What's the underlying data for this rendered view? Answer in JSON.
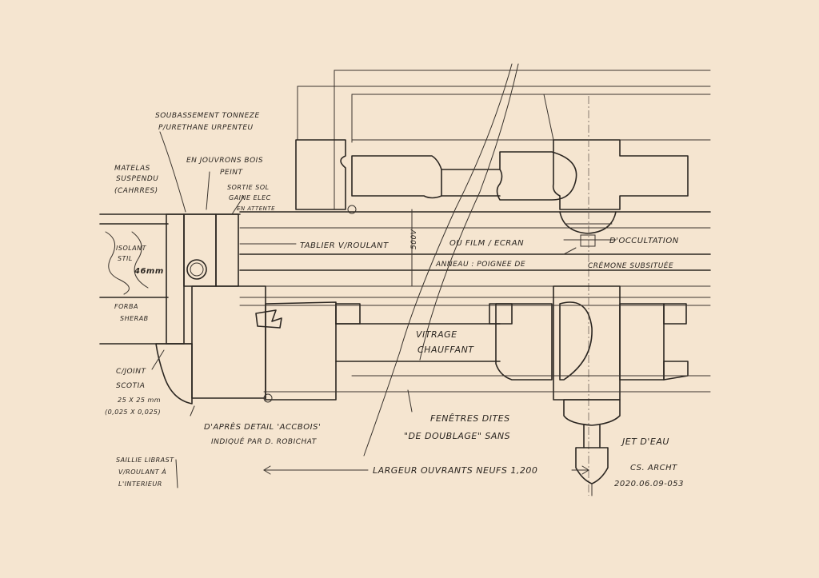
{
  "palette": {
    "paper": "#f5e5d0",
    "ink": "#2b2621"
  },
  "notes": {
    "soubassement_1": "SOUBASSEMENT TONNEZE",
    "soubassement_2": "P/URETHANE URPENTEU",
    "enjouvrons_1": "EN JOUVRONS BOIS",
    "enjouvrons_2": "PEINT",
    "matelas_1": "MATELAS",
    "matelas_2": "SUSPENDU",
    "matelas_3": "(CAHRRES)",
    "sortie_1": "SORTIE SOL",
    "sortie_2": "GAINE ELEC",
    "sortie_3": "EN ATTENTE",
    "isolant_1": "ISOLANT",
    "isolant_2": "STIL",
    "isolant_3": "46mm",
    "plancher_1": "FORBA",
    "plancher_2": "SHERAB",
    "tablier": "TABLIER V/ROULANT",
    "film": "OU FILM / ECRAN",
    "occultation": "D'OCCULTATION",
    "dim_500": "500V",
    "anneau_1": "ANNEAU : POIGNEE DE",
    "anneau_2": "CRÉMONE SUBSITUÉE",
    "vitrage_1": "VITRAGE",
    "vitrage_2": "CHAUFFANT",
    "joint_1": "C/JOINT",
    "joint_2": "SCOTIA",
    "joint_3": "25 X 25 mm",
    "joint_4": "(0,025 X 0,025)",
    "detail_1": "D'APRÈS DETAIL 'ACCBOIS'",
    "detail_2": "INDIQUÉ PAR  D. ROBICHAT",
    "fenetres_1": "FENÊTRES DITES",
    "fenetres_2": "\"DE DOUBLAGE\" SANS",
    "jet": "JET D'EAU",
    "volet_1": "SAILLIE LIBRAST",
    "volet_2": "V/ROULANT À",
    "volet_3": "L'INTERIEUR",
    "largeur": "LARGEUR OUVRANTS NEUFS 1,200",
    "signature": "CS. ARCHT",
    "date_ref": "2020.06.09-053"
  }
}
